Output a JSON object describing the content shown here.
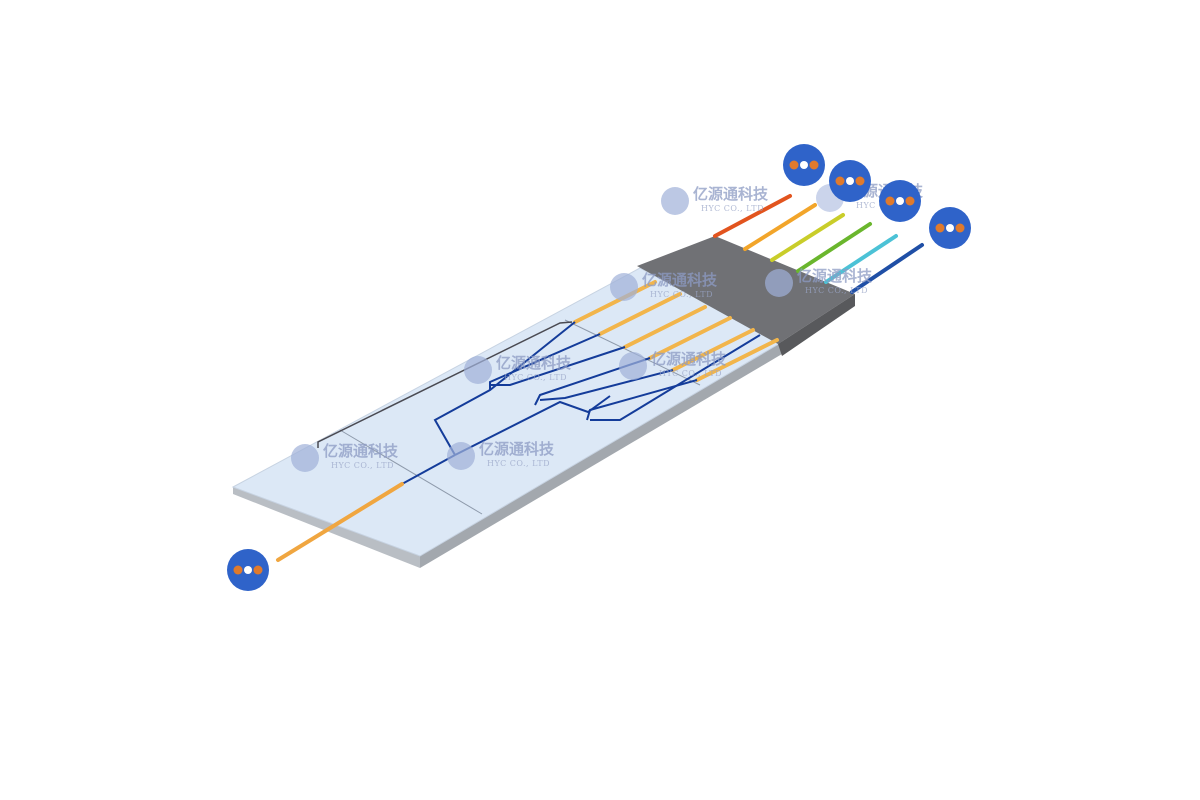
{
  "diagram": {
    "subject": "PLC optical splitter chip (1x6 fan-out)",
    "watermark": {
      "chinese": "亿源通科技",
      "english": "HYC CO., LTD"
    },
    "input_fiber": {
      "count": 1,
      "color": "#f0a640",
      "connector_color": "#2f63c9",
      "core_color": "#e07a2c"
    },
    "output_fibers": [
      {
        "index": 1,
        "color": "#e2541e"
      },
      {
        "index": 2,
        "color": "#f2a52a"
      },
      {
        "index": 3,
        "color": "#c9cd2a"
      },
      {
        "index": 4,
        "color": "#6ab62d"
      },
      {
        "index": 5,
        "color": "#4cc2d6"
      },
      {
        "index": 6,
        "color": "#1f4fa6"
      }
    ],
    "colors": {
      "chip_top": "#dbe7f5",
      "chip_side": "#b7bdc4",
      "chip_edge": "#9ea4aa",
      "waveguide": "#143c9a",
      "lid_block": "#6f7073",
      "lid_side": "#58595c",
      "pad": "#f2b54b",
      "connector_fill": "#2f63c9"
    }
  }
}
